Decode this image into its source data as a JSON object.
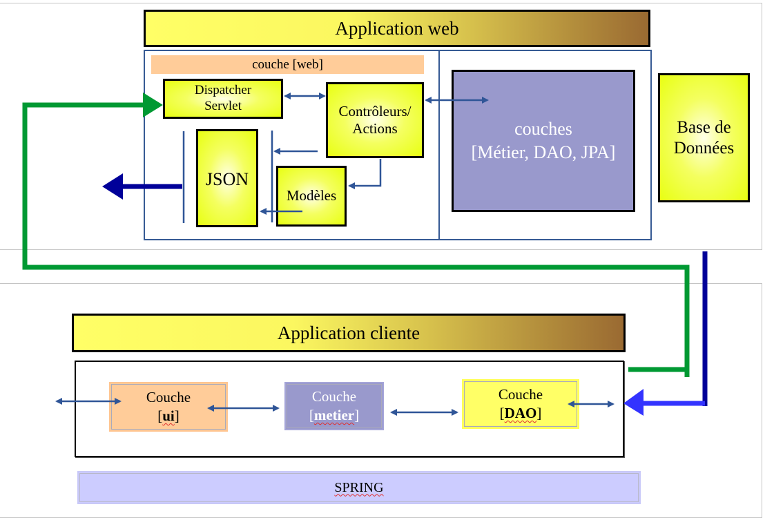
{
  "web_app": {
    "title": "Application web",
    "web_layer_label": "couche [web]",
    "dispatcher": {
      "line1": "Dispatcher",
      "line2": "Servlet"
    },
    "controllers": {
      "line1": "Contrôleurs/",
      "line2": "Actions"
    },
    "json": "JSON",
    "models": "Modèles",
    "backend_layers": {
      "line1": "couches",
      "line2": "[Métier, DAO, JPA]"
    }
  },
  "database": {
    "line1": "Base de",
    "line2": "Données"
  },
  "client_app": {
    "title": "Application cliente",
    "layers": [
      {
        "prefix": "Couche",
        "name": "ui",
        "color": "#ffcc99"
      },
      {
        "prefix": "Couche",
        "name": "metier",
        "color": "#9999cc"
      },
      {
        "prefix": "Couche",
        "name": "DAO",
        "color": "#ffff66"
      }
    ]
  },
  "framework": {
    "label": "SPRING"
  },
  "colors": {
    "request_arrow": "#009933",
    "response_arrow": "#000099",
    "dao_in_arrow": "#3333ff",
    "internal_arrow": "#2f5597",
    "frame": "#365a94"
  }
}
